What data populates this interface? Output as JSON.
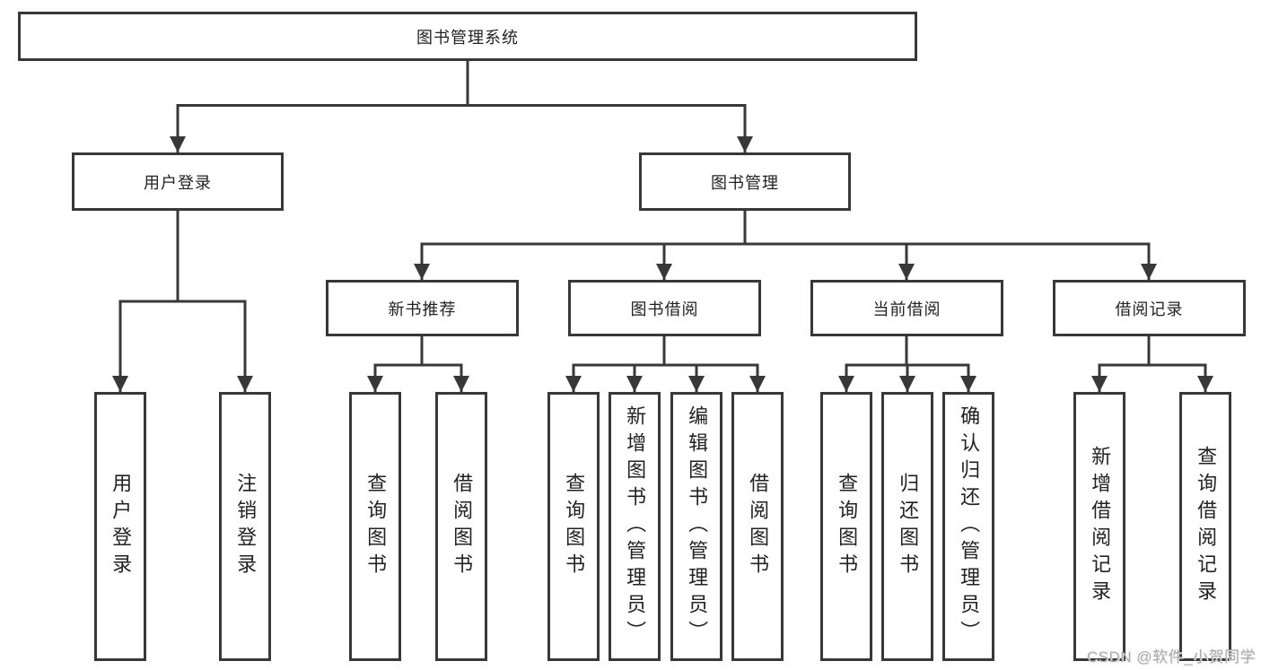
{
  "tree": {
    "root": "图书管理系统",
    "branches": [
      {
        "label": "用户登录",
        "children": [
          "用户登录",
          "注销登录"
        ]
      },
      {
        "label": "图书管理",
        "groups": [
          {
            "label": "新书推荐",
            "children": [
              "查询图书",
              "借阅图书"
            ]
          },
          {
            "label": "图书借阅",
            "children": [
              "查询图书",
              "新增图书（管理员）",
              "编辑图书（管理员）",
              "借阅图书"
            ]
          },
          {
            "label": "当前借阅",
            "children": [
              "查询图书",
              "归还图书",
              "确认归还（管理员）"
            ]
          },
          {
            "label": "借阅记录",
            "children": [
              "新增借阅记录",
              "查询借阅记录"
            ]
          }
        ]
      }
    ]
  },
  "watermark": "CSDN @软件_小贺同学",
  "colors": {
    "line": "#383838",
    "text": "#222222",
    "background": "#ffffff",
    "watermark": "#ababab"
  }
}
